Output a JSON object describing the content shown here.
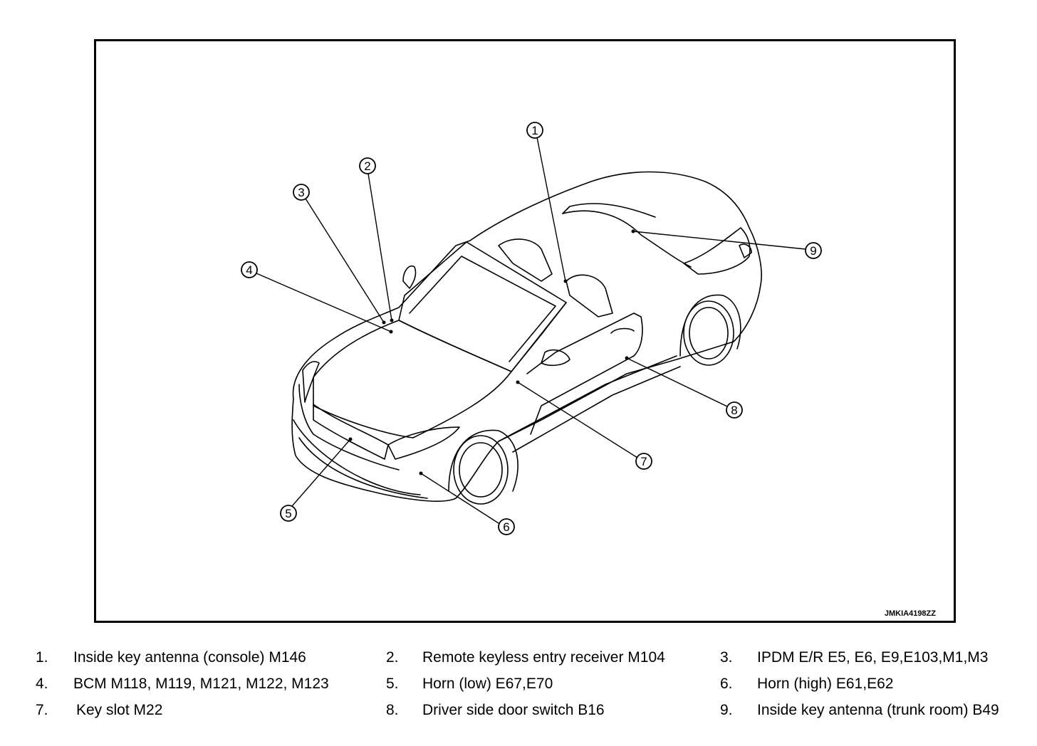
{
  "figure": {
    "code": "JMKIA4198ZZ"
  },
  "callouts": [
    "1",
    "2",
    "3",
    "4",
    "5",
    "6",
    "7",
    "8",
    "9"
  ],
  "legend": [
    {
      "num": "1.",
      "text": "Inside key antenna (console) M146"
    },
    {
      "num": "2.",
      "text": "Remote keyless entry receiver M104"
    },
    {
      "num": "3.",
      "text": "IPDM E/R E5, E6, E9,E103,M1,M3"
    },
    {
      "num": "4.",
      "text": "BCM M118, M119, M121, M122, M123"
    },
    {
      "num": "5.",
      "text": "Horn (low) E67,E70"
    },
    {
      "num": "6.",
      "text": "Horn (high) E61,E62"
    },
    {
      "num": "7.",
      "text": "Key slot M22"
    },
    {
      "num": "8.",
      "text": "Driver side door switch B16"
    },
    {
      "num": "9.",
      "text": "Inside key antenna (trunk room) B49"
    }
  ]
}
